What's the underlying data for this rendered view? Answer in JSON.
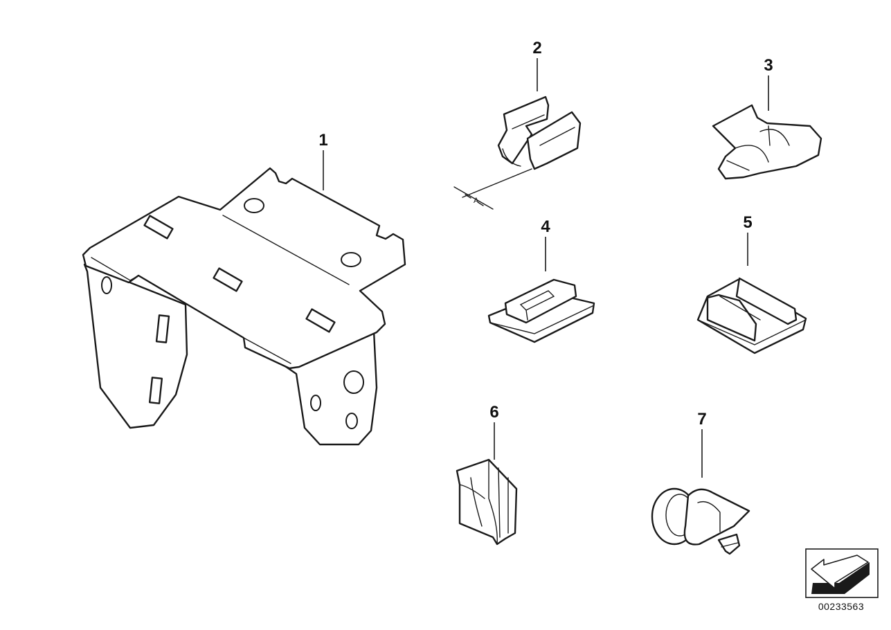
{
  "callouts": {
    "part_1": "1",
    "part_2": "2",
    "part_3": "3",
    "part_4": "4",
    "part_5": "5",
    "part_6": "6",
    "part_7": "7"
  },
  "dimension_label": "A",
  "diagram_id": "00233563",
  "icons": {
    "orientation": "direction-arrow-icon"
  },
  "colors": {
    "line": "#1a1a1a",
    "background": "#ffffff"
  }
}
